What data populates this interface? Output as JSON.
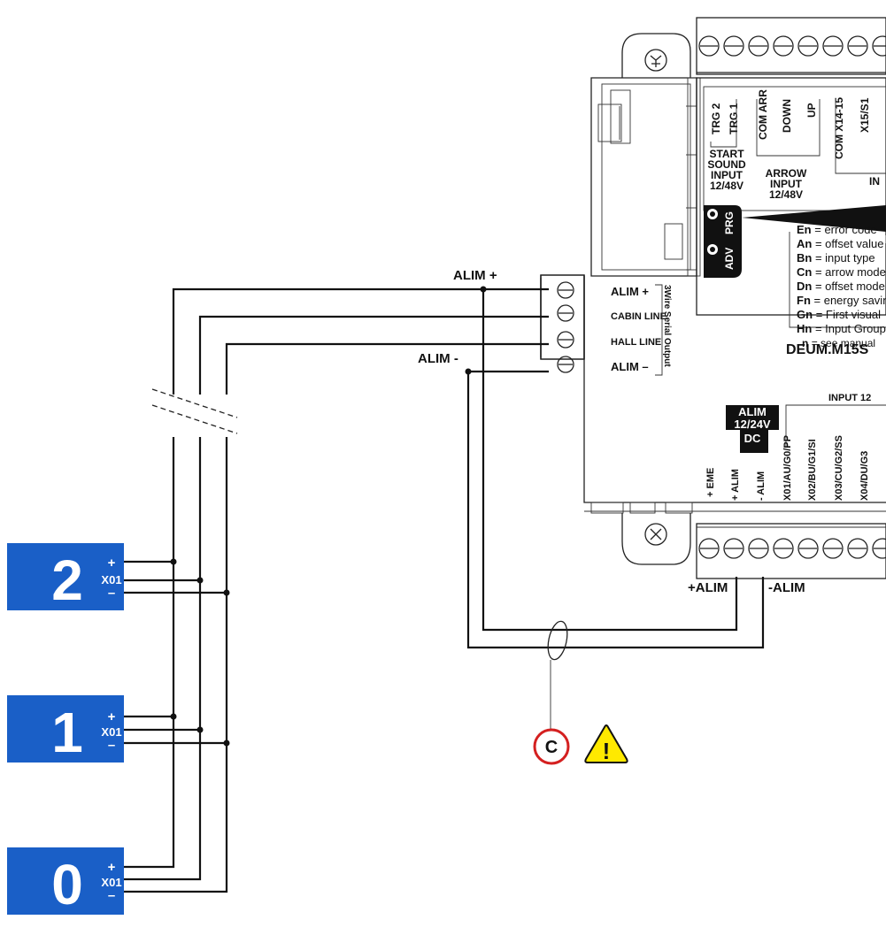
{
  "device": {
    "model": "DEUM.M15S",
    "display_legend_title": "DISPLAY LEGEND",
    "display_legend": [
      {
        "key": "En",
        "desc": "= error code"
      },
      {
        "key": "An",
        "desc": "= offset value"
      },
      {
        "key": "Bn",
        "desc": "= input type"
      },
      {
        "key": "Cn",
        "desc": "= arrow mode"
      },
      {
        "key": "Dn",
        "desc": "= offset mode"
      },
      {
        "key": "Fn",
        "desc": "= energy saving"
      },
      {
        "key": "Gn",
        "desc": "= First visual"
      },
      {
        "key": "Hn",
        "desc": "= Input Group"
      }
    ],
    "legend_note_key": "n",
    "legend_note": "= see manual",
    "buttons": [
      "PRG",
      "ADV"
    ],
    "top_terminals": [
      "TRG 2",
      "TRG 1",
      "COM ARR",
      "DOWN",
      "UP",
      "COM X14-15",
      "X15/S1"
    ],
    "top_groups": {
      "start_sound": [
        "START",
        "SOUND",
        "INPUT",
        "12/48V"
      ],
      "arrow": [
        "ARROW",
        "INPUT",
        "12/48V"
      ],
      "input_partial": "IN"
    },
    "bottom_terminals": [
      "+ EME",
      "+ ALIM",
      "- ALIM",
      "X01/AU/G0/PP",
      "X02/BU/G1/SI",
      "X03/CU/G2/SS",
      "X04/DU/G3"
    ],
    "input_group_label": "INPUT 12",
    "alim_badge": [
      "ALIM",
      "12/24V",
      "DC"
    ],
    "serial_terminals": [
      "ALIM +",
      "CABIN LINE",
      "HALL LINE",
      "ALIM –"
    ],
    "serial_title": "3Wire Serial Output"
  },
  "wires": {
    "alim_plus_label": "ALIM +",
    "alim_minus_label": "ALIM -",
    "bottom_plus_label": "+ALIM",
    "bottom_minus_label": "-ALIM"
  },
  "floor_displays": [
    {
      "number": "2",
      "plus": "+",
      "input": "X01",
      "minus": "–"
    },
    {
      "number": "1",
      "plus": "+",
      "input": "X01",
      "minus": "–"
    },
    {
      "number": "0",
      "plus": "+",
      "input": "X01",
      "minus": "–"
    }
  ],
  "callout": {
    "letter": "C",
    "warning_symbol": "!"
  },
  "colors": {
    "display_blue": "#1a5fc7",
    "callout_red": "#d42020",
    "warning_yellow": "#ffe900",
    "line": "#111111"
  }
}
